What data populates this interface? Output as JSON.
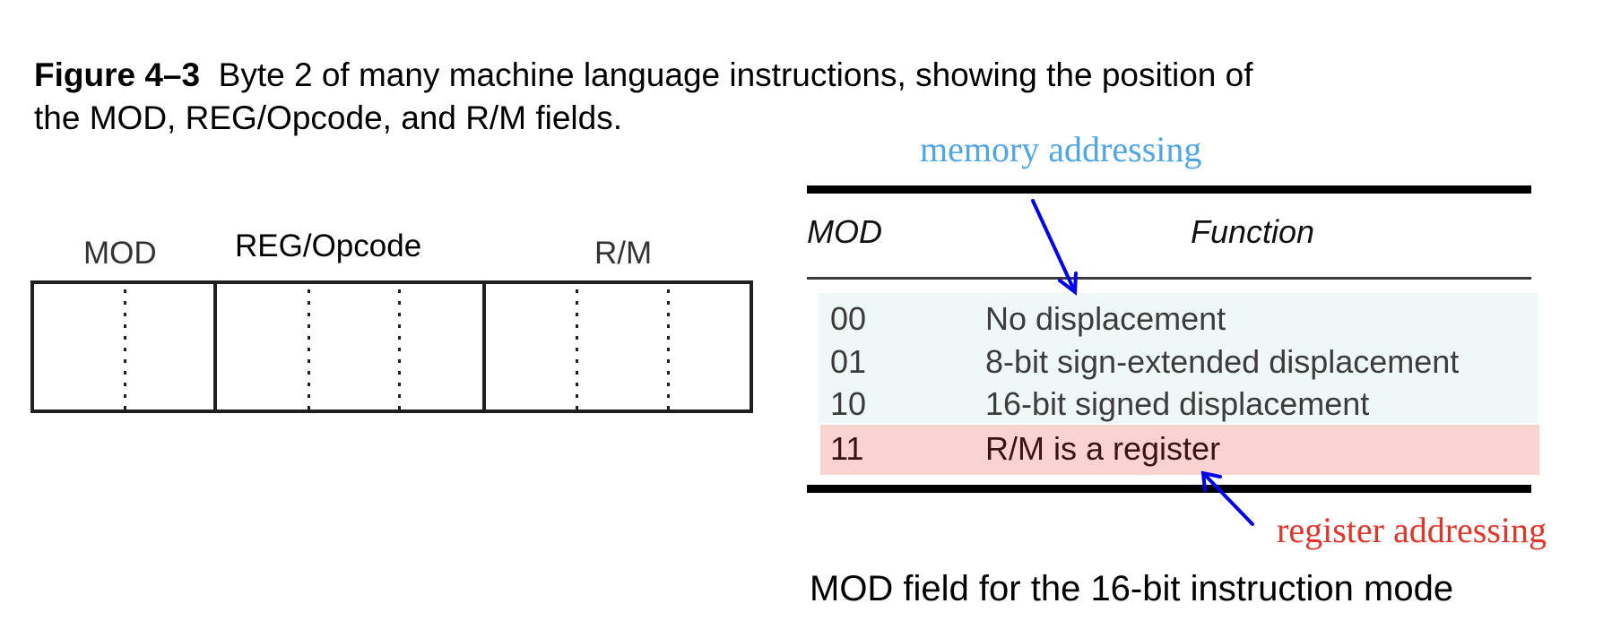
{
  "figure": {
    "caption_bold": "Figure 4–3",
    "caption_line1": "Byte 2 of many machine language instructions, showing the position of",
    "caption_line2": "the MOD, REG/Opcode, and R/M fields."
  },
  "byte_layout": {
    "fields": [
      {
        "label": "MOD",
        "bits": 2
      },
      {
        "label": "REG/Opcode",
        "bits": 3
      },
      {
        "label": "R/M",
        "bits": 3
      }
    ]
  },
  "mod_table": {
    "headers": {
      "mod": "MOD",
      "function": "Function"
    },
    "rows": [
      {
        "code": "00",
        "function": "No displacement",
        "group": "memory"
      },
      {
        "code": "01",
        "function": "8-bit sign-extended displacement",
        "group": "memory"
      },
      {
        "code": "10",
        "function": "16-bit signed displacement",
        "group": "memory"
      },
      {
        "code": "11",
        "function": "R/M is a register",
        "group": "register"
      }
    ],
    "footer": "MOD field for the 16-bit instruction mode"
  },
  "annotations": {
    "memory": {
      "label": "memory addressing",
      "color": "#4fa6e6",
      "band_color": "#eff7f7"
    },
    "register": {
      "label": "register addressing",
      "color": "#e2362a",
      "band_color": "#f9d3cf"
    },
    "arrow_color": "#0000ee"
  }
}
